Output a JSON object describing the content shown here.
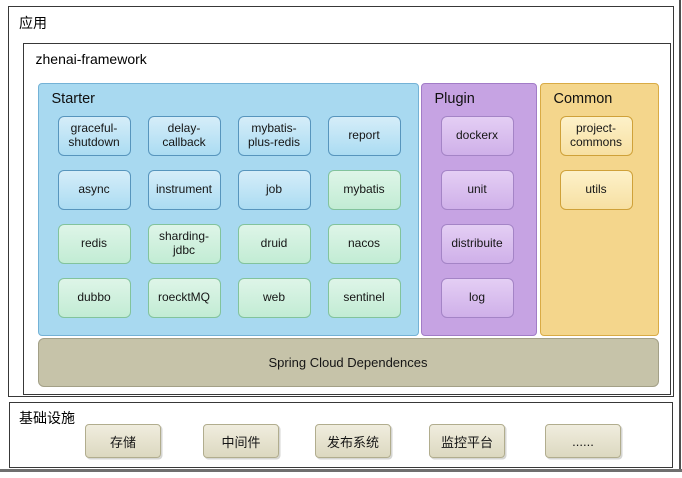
{
  "window": {
    "app_label": "应用"
  },
  "framework": {
    "label": "zhenai-framework"
  },
  "sections": {
    "starter": {
      "label": "Starter",
      "boxes": [
        {
          "label": "graceful-shutdown",
          "variant": "blue"
        },
        {
          "label": "delay-callback",
          "variant": "blue"
        },
        {
          "label": "mybatis-plus-redis",
          "variant": "blue"
        },
        {
          "label": "report",
          "variant": "blue"
        },
        {
          "label": "async",
          "variant": "blue"
        },
        {
          "label": "instrument",
          "variant": "blue"
        },
        {
          "label": "job",
          "variant": "blue"
        },
        {
          "label": "mybatis",
          "variant": "green"
        },
        {
          "label": "redis",
          "variant": "green"
        },
        {
          "label": "sharding-jdbc",
          "variant": "green"
        },
        {
          "label": "druid",
          "variant": "green"
        },
        {
          "label": "nacos",
          "variant": "green"
        },
        {
          "label": "dubbo",
          "variant": "green"
        },
        {
          "label": "roecktMQ",
          "variant": "green"
        },
        {
          "label": "web",
          "variant": "green"
        },
        {
          "label": "sentinel",
          "variant": "green"
        }
      ]
    },
    "plugin": {
      "label": "Plugin",
      "boxes": [
        {
          "label": "dockerx",
          "variant": "purple"
        },
        {
          "label": "unit",
          "variant": "purple"
        },
        {
          "label": "distribuite",
          "variant": "purple"
        },
        {
          "label": "log",
          "variant": "purple"
        }
      ]
    },
    "common": {
      "label": "Common",
      "boxes": [
        {
          "label": "project-commons",
          "variant": "yellow"
        },
        {
          "label": "utils",
          "variant": "yellow"
        }
      ]
    }
  },
  "spring_bar": {
    "label": "Spring Cloud Dependences"
  },
  "infrastructure": {
    "label": "基础设施",
    "items": [
      {
        "label": "存储"
      },
      {
        "label": "中间件"
      },
      {
        "label": "发布系统"
      },
      {
        "label": "监控平台"
      },
      {
        "label": "......"
      }
    ]
  },
  "colors": {
    "starter_bg": "#a8d9f0",
    "plugin_bg": "#c6a3e3",
    "common_bg": "#f4d68c",
    "blue_box": "#b9e2f4",
    "green_box": "#c9eed8",
    "purple_box": "#d7bbee",
    "yellow_box": "#f9e6ae",
    "dependency_bar": "#c6c3a9",
    "infra_button": "#e7e4d1"
  }
}
